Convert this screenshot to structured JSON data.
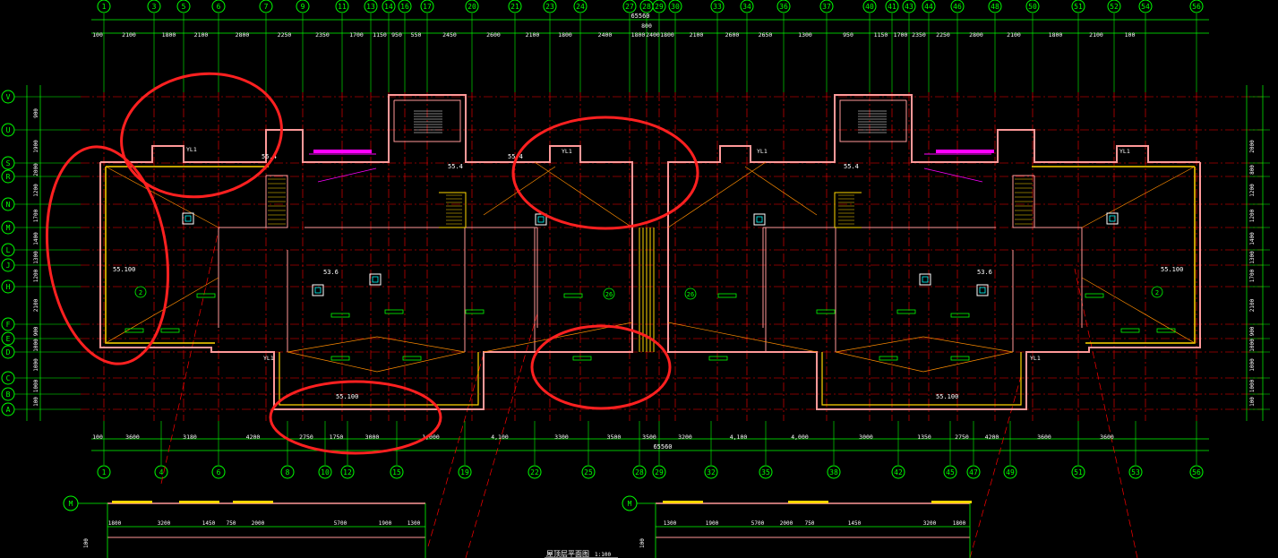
{
  "colors": {
    "background": "#000000",
    "axis": "#00ff00",
    "dim": "#00ff00",
    "dash": "#ff0000",
    "wall": "#ff9999",
    "slab": "#ffd700",
    "dimtext": "#ffffff",
    "anno": "#ff00ff",
    "cyan": "#00ffff",
    "markup": "#ff2020"
  },
  "drawing": {
    "top_axis_labels": [
      "1",
      "3",
      "5",
      "6",
      "7",
      "9",
      "11",
      "13",
      "14",
      "16",
      "17",
      "20",
      "21",
      "23",
      "24",
      "27",
      "28",
      "29",
      "30",
      "33",
      "34",
      "36",
      "37",
      "40",
      "41",
      "43",
      "44",
      "46",
      "48",
      "50",
      "51",
      "52",
      "54",
      "56"
    ],
    "bottom_axis_labels": [
      "1",
      "4",
      "6",
      "8",
      "10",
      "12",
      "15",
      "19",
      "22",
      "25",
      "28",
      "29",
      "32",
      "35",
      "38",
      "42",
      "45",
      "47",
      "49",
      "51",
      "53",
      "56"
    ],
    "left_row_labels": [
      "V",
      "U",
      "S",
      "R",
      "N",
      "M",
      "L",
      "J",
      "H",
      "F",
      "E",
      "D",
      "C",
      "B",
      "A"
    ],
    "top_dims": [
      "100",
      "2100",
      "1800",
      "2100",
      "2800",
      "2250",
      "2350",
      "1700",
      "1150",
      "950",
      "550",
      "2450",
      "2600",
      "2100",
      "1800",
      "2400",
      "1800",
      "2400",
      "1800",
      "2100",
      "2600",
      "2650",
      "1300",
      "950",
      "1150",
      "1700",
      "2350",
      "2250",
      "2800",
      "2100",
      "1800",
      "2100",
      "100"
    ],
    "top_total": "65560",
    "top_center": "800",
    "bottom_dims": [
      "100",
      "3600",
      "3180",
      "4200",
      "2750",
      "1750",
      "3000",
      "1,000",
      "4,100",
      "3300",
      "3500",
      "3500",
      "3200",
      "4,100",
      "4,000",
      "3000",
      "1350",
      "2750",
      "4200",
      "3600",
      "3600"
    ],
    "bottom_total": "65560",
    "left_dims": [
      "900",
      "1900",
      "2000",
      "1200",
      "1700",
      "1400",
      "1300",
      "1200",
      "2100",
      "900",
      "1000",
      "1000",
      "1000",
      "100"
    ],
    "right_dims": [
      "2000",
      "800",
      "1200",
      "1200",
      "1400",
      "1300",
      "1700",
      "2100",
      "900",
      "1000",
      "1000",
      "1000",
      "100"
    ],
    "elevation_labels": [
      "55.100",
      "55.100",
      "55.100",
      "55.100",
      "53.6",
      "53.6",
      "55.4",
      "55.4",
      "55.4",
      "55.4"
    ],
    "room_numbers": [
      "2",
      "2",
      "26",
      "26"
    ],
    "yl_tags": [
      "YL1",
      "YL1",
      "YL1",
      "YL1",
      "YL1",
      "YL1"
    ],
    "section_markers": [
      "M",
      "M"
    ],
    "elevation_dims": [
      "1800",
      "3200",
      "1450",
      "750",
      "2000",
      "5700",
      "1900",
      "1300",
      "1300",
      "1900",
      "5700",
      "2000",
      "750",
      "1450",
      "3200",
      "1800"
    ],
    "plan_title": "屋顶层平面图",
    "plan_scale": "1:100",
    "left_elev_label": "100",
    "right_elev_label": "100"
  }
}
